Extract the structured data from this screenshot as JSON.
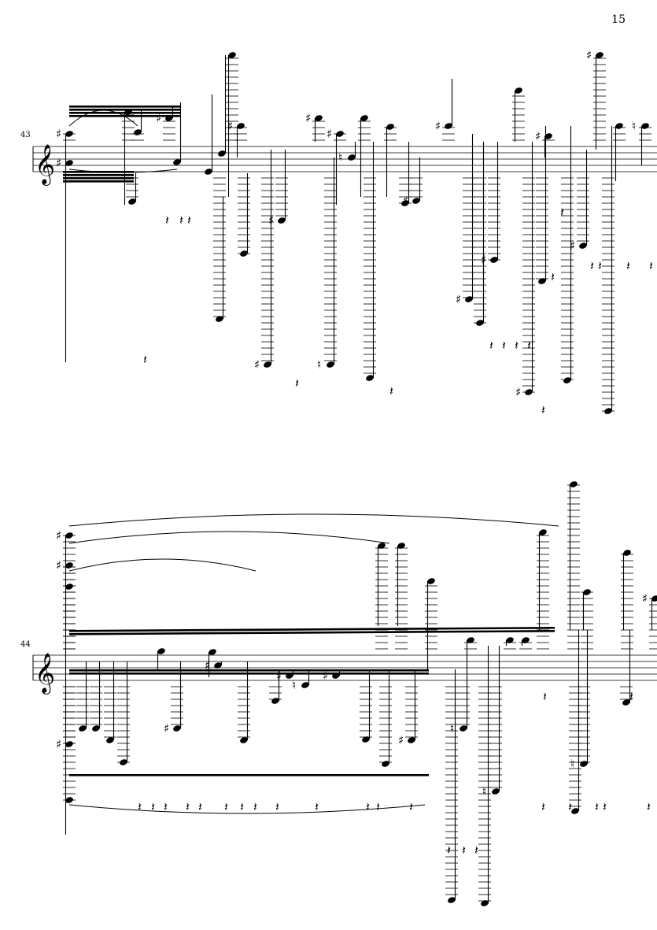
{
  "page": {
    "number": "15"
  },
  "systems": [
    {
      "measure": "43"
    },
    {
      "measure": "44"
    }
  ],
  "glyphs": {
    "treble_clef": "𝄞",
    "sharp": "♯",
    "natural": "♮",
    "rest": "𝄽"
  },
  "colors": {
    "ink": "#000000",
    "paper": "#ffffff"
  }
}
